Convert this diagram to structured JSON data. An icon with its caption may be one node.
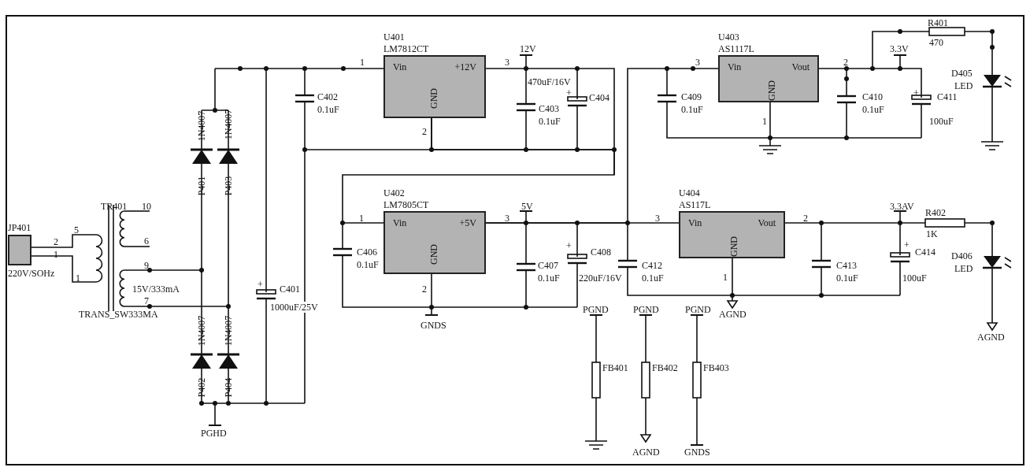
{
  "diagram": {
    "nodes": [
      {
        "text": [
          "Vin",
          "+12V",
          "GND"
        ],
        "beside": [
          "U401",
          "LM7812CT"
        ]
      },
      {
        "text": [
          "Vin",
          "Vout",
          "GND"
        ],
        "beside": [
          "U403",
          "AS1117L"
        ]
      },
      {
        "text": [
          "Vin",
          "+5V",
          "GND"
        ],
        "beside": [
          "U402",
          "LM7805CT"
        ]
      },
      {
        "text": [
          "Vin",
          "Vout",
          "GND"
        ],
        "beside": [
          "U404",
          "AS117L"
        ]
      },
      {
        "text": [],
        "shape": "box",
        "beside": [
          "JP401",
          "220V/SOHz"
        ]
      }
    ],
    "edges": [
      {
        "from": 0,
        "to": 2,
        "arrow": "none"
      },
      {
        "from": 2,
        "to": 1,
        "arrow": "none"
      },
      {
        "from": 2,
        "to": 3,
        "arrow": "none"
      }
    ],
    "labels": [
      "R401",
      "470",
      "12V",
      "3.3V",
      "1",
      "3",
      "3",
      "2",
      "D405",
      "LED",
      "470uF/16V",
      "+",
      "+",
      "C402",
      "C404",
      "C409",
      "C410",
      "C411",
      "0.1uF",
      "C403",
      "0.1uF",
      "0.1uF",
      "0.1uF",
      "1",
      "100uF",
      "2",
      "1N4007",
      "1N4007",
      "P401",
      "P403",
      "TR401",
      "10",
      "5V",
      "3.3AV",
      "R402",
      "1",
      "3",
      "3",
      "2",
      "5",
      "1K",
      "2",
      "6",
      "1",
      "+",
      "C406",
      "0.1uF",
      "C407",
      "0.1uF",
      "C408",
      "220uF/16V",
      "C412",
      "0.1uF",
      "C413",
      "0.1uF",
      "+",
      "C414",
      "100uF",
      "D406",
      "LED",
      "9",
      "1",
      "15V/333mA",
      "7",
      "+",
      "C401",
      "1000uF/25V",
      "2",
      "1",
      "TRANS_SW333MA",
      "PGND",
      "PGND",
      "PGND",
      "AGND",
      "GNDS",
      "AGND",
      "1N4007",
      "1N4007",
      "FB401",
      "FB402",
      "FB403",
      "P402",
      "P404",
      "PGHD",
      "AGND",
      "GNDS"
    ]
  }
}
